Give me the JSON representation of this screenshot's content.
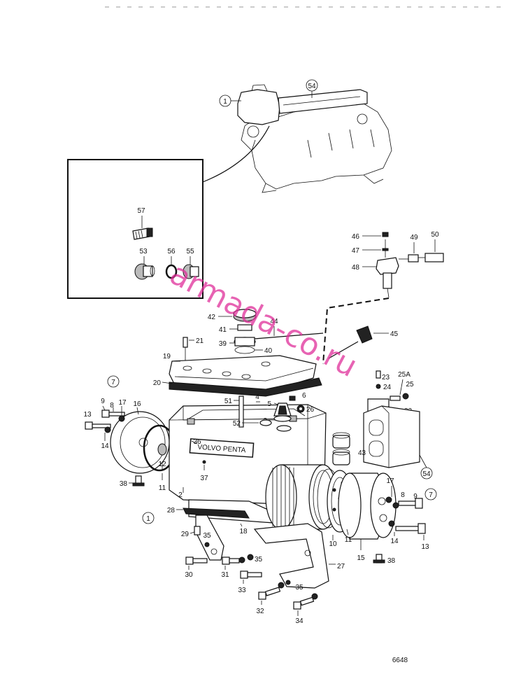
{
  "watermark": "armada-co.ru",
  "drawing_number": "6648",
  "nameplate_text": "VOLVO PENTA",
  "callouts": {
    "c1a": "1",
    "c54a": "54",
    "c57": "57",
    "c53": "53",
    "c56": "56",
    "c55": "55",
    "c46": "46",
    "c47": "47",
    "c48": "48",
    "c49": "49",
    "c50": "50",
    "c42": "42",
    "c41": "41",
    "c39": "39",
    "c40": "40",
    "c44": "44",
    "c45": "45",
    "c21": "21",
    "c19": "19",
    "c20": "20",
    "c7a": "7",
    "c9a": "9",
    "c8a": "8",
    "c17a": "17",
    "c16": "16",
    "c13a": "13",
    "c14a": "14",
    "c51": "51",
    "c4": "4",
    "c5": "5",
    "c6": "6",
    "c26": "26",
    "c3": "3",
    "c52": "52",
    "c23": "23",
    "c24": "24",
    "c25A": "25A",
    "c25": "25",
    "c22": "22",
    "c36": "36",
    "c43": "43",
    "c54b": "54",
    "c12": "12",
    "c11a": "11",
    "c38a": "38",
    "c37": "37",
    "c2": "2",
    "c17b": "17",
    "c8b": "8",
    "c9b": "9",
    "c7b": "7",
    "c1b": "1",
    "c28": "28",
    "c18": "18",
    "c29": "29",
    "c35a": "35",
    "c10": "10",
    "c11b": "11",
    "c15": "15",
    "c14b": "14",
    "c13b": "13",
    "c38b": "38",
    "c30": "30",
    "c31": "31",
    "c35b": "35",
    "c27": "27",
    "c33": "33",
    "c35c": "35",
    "c32": "32",
    "c34": "34"
  }
}
